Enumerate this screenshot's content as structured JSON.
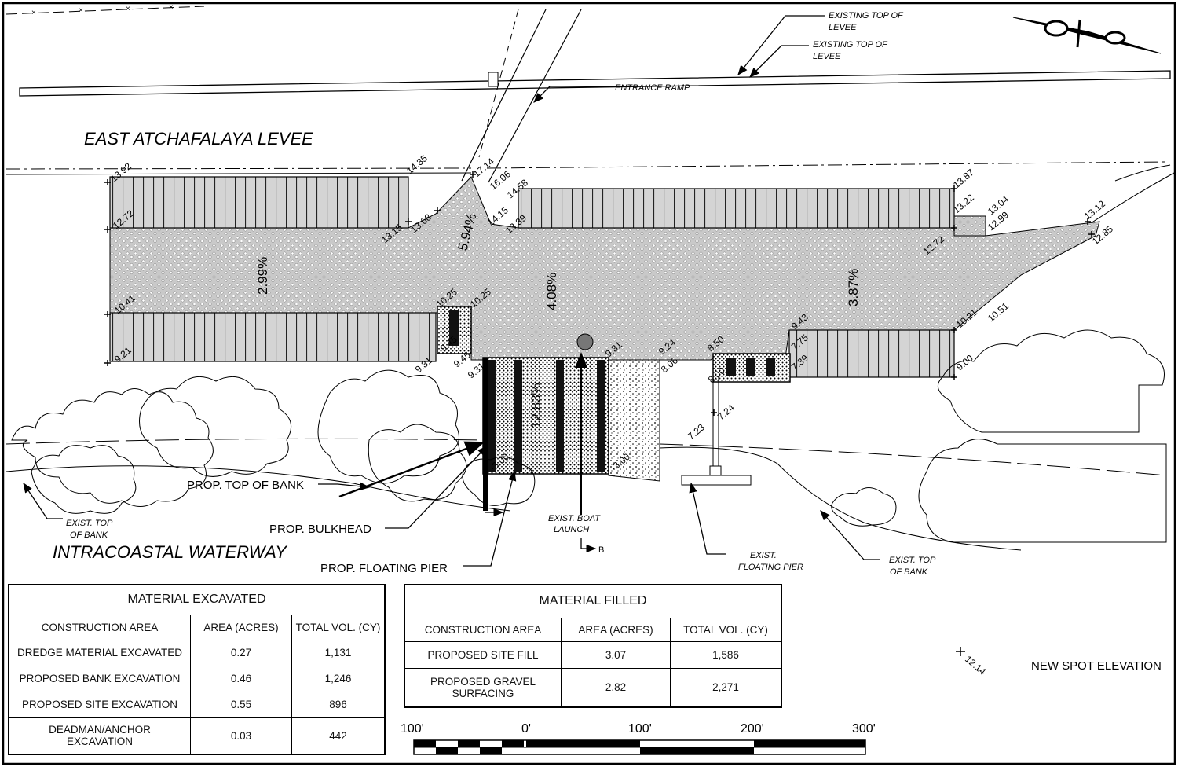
{
  "labels": {
    "levee_name": "EAST ATCHAFALAYA LEVEE",
    "waterway_name": "INTRACOASTAL WATERWAY",
    "existing_top_of_levee_1": [
      "EXISTING TOP OF",
      "LEVEE"
    ],
    "existing_top_of_levee_2": [
      "EXISTING TOP OF",
      "LEVEE"
    ],
    "entrance_ramp": "ENTRANCE RAMP",
    "prop_top_of_bank": "PROP. TOP OF BANK",
    "prop_bulkhead": "PROP. BULKHEAD",
    "prop_floating_pier": "PROP. FLOATING PIER",
    "exist_top_of_bank_left": [
      "EXIST. TOP",
      "OF BANK"
    ],
    "exist_top_of_bank_right": [
      "EXIST. TOP",
      "OF BANK"
    ],
    "exist_boat_launch": [
      "EXIST. BOAT",
      "LAUNCH"
    ],
    "exist_floating_pier": [
      "EXIST.",
      "FLOATING PIER"
    ],
    "section_marker": "B"
  },
  "slopes": [
    "2.99%",
    "5.94%",
    "4.08%",
    "3.87%",
    "12.83%"
  ],
  "spot_elevations": [
    "13.92",
    "12.72",
    "10.41",
    "9.21",
    "14.35",
    "13.15",
    "13.68",
    "17.14",
    "16.06",
    "14.58",
    "14.15",
    "13.39",
    "10.25",
    "10.25",
    "9.45",
    "9.45",
    "9.31",
    "9.31",
    "9.31",
    "9.24",
    "8.06",
    "8.50",
    "8.00",
    "9.43",
    "7.75",
    "7.39",
    "7.23",
    "7.24",
    "13.87",
    "13.22",
    "13.04",
    "12.99",
    "12.72",
    "13.12",
    "12.85",
    "10.21",
    "10.51",
    "9.00",
    "-3.00",
    "-3.00"
  ],
  "material_excavated": {
    "title": "MATERIAL EXCAVATED",
    "columns": [
      "CONSTRUCTION AREA",
      "AREA (ACRES)",
      "TOTAL VOL. (CY)"
    ],
    "rows": [
      [
        "DREDGE MATERIAL EXCAVATED",
        "0.27",
        "1,131"
      ],
      [
        "PROPOSED BANK EXCAVATION",
        "0.46",
        "1,246"
      ],
      [
        "PROPOSED SITE EXCAVATION",
        "0.55",
        "896"
      ],
      [
        "DEADMAN/ANCHOR EXCAVATION",
        "0.03",
        "442"
      ]
    ]
  },
  "material_filled": {
    "title": "MATERIAL FILLED",
    "columns": [
      "CONSTRUCTION AREA",
      "AREA (ACRES)",
      "TOTAL VOL. (CY)"
    ],
    "rows": [
      [
        "PROPOSED SITE FILL",
        "3.07",
        "1,586"
      ],
      [
        "PROPOSED GRAVEL SURFACING",
        "2.82",
        "2,271"
      ]
    ]
  },
  "legend": {
    "sample_elevation": "12.14",
    "label": "NEW SPOT ELEVATION"
  },
  "scale_bar": {
    "ticks": [
      "100'",
      "0'",
      "100'",
      "200'",
      "300'"
    ]
  }
}
